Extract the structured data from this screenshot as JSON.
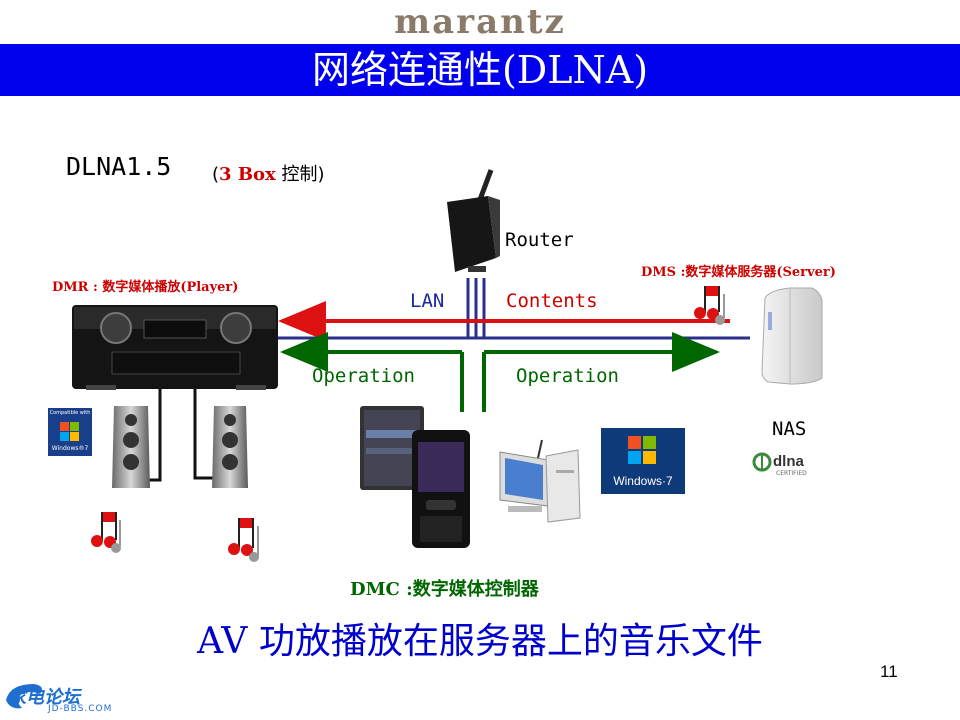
{
  "header": {
    "brand": "marantz",
    "title": "网络连通性(DLNA)"
  },
  "diagram": {
    "version_label": "DLNA1.5",
    "box_note_open": "(",
    "box_note_highlight": "3 Box",
    "box_note_rest": " 控制)",
    "dmr_label": "DMR : 数字媒体播放(Player)",
    "dms_label": "DMS :数字媒体服务器(Server)",
    "router_label": "Router",
    "lan_label": "LAN",
    "contents_label": "Contents",
    "operation_left": "Operation",
    "operation_right": "Operation",
    "nas_label": "NAS",
    "dmc_label": "DMC :数字媒体控制器",
    "windows_label": "Windows·7",
    "win_badge_top": "Compatible with",
    "win_badge_bottom": "Windows®7",
    "dlna_logo": "dlna",
    "dlna_logo_sub": "CERTIFIED"
  },
  "caption": "AV 功放播放在服务器上的音乐文件",
  "page_number": "11",
  "footer": {
    "logo": "家电论坛",
    "sub": "JD-BBS.COM"
  },
  "colors": {
    "title_bar": "#0000ee",
    "contents_line": "#dd1111",
    "lan_line": "#2a2f8a",
    "operation_line": "#006600"
  }
}
